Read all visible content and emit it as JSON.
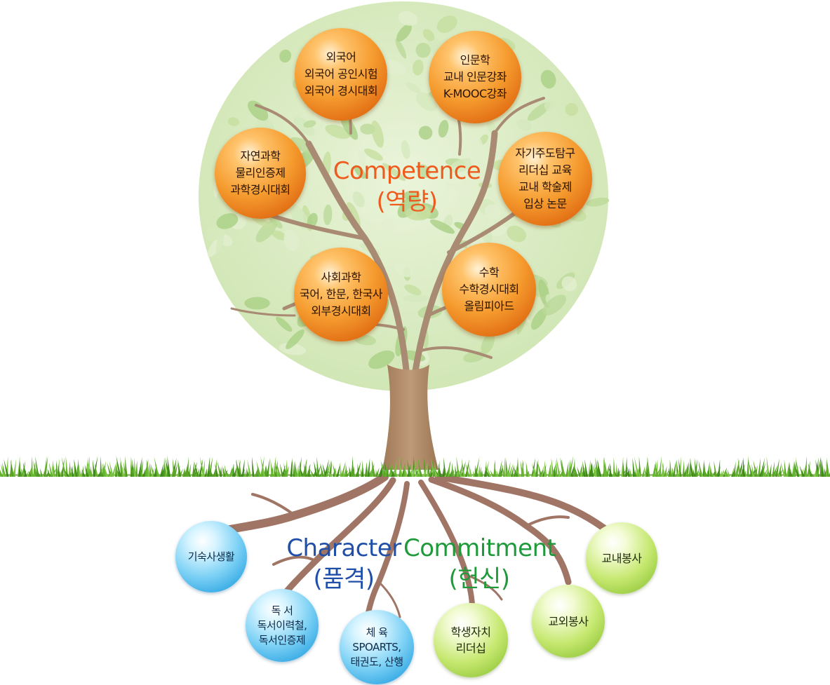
{
  "canopy_label": {
    "title": "Competence",
    "subtitle": "(역량)"
  },
  "canopy_nodes": [
    {
      "lines": [
        "외국어",
        "외국어 공인시험",
        "외국어 경시대회"
      ]
    },
    {
      "lines": [
        "인문학",
        "교내 인문강좌",
        "K-MOOC강좌"
      ]
    },
    {
      "lines": [
        "자연과학",
        "물리인증제",
        "과학경시대회"
      ]
    },
    {
      "lines": [
        "자기주도탐구",
        "리더십 교육",
        "교내 학술제",
        "입상 논문"
      ]
    },
    {
      "lines": [
        "사회과학",
        "국어, 한문, 한국사",
        "외부경시대회"
      ]
    },
    {
      "lines": [
        "수학",
        "수학경시대회",
        "올림피아드"
      ]
    }
  ],
  "character_label": {
    "title": "Character",
    "subtitle": "(품격)"
  },
  "commitment_label": {
    "title": "Commitment",
    "subtitle": "(헌신)"
  },
  "character_nodes": [
    {
      "lines": [
        "기숙사생활"
      ]
    },
    {
      "lines": [
        "독 서",
        "독서이력철,",
        "독서인증제"
      ]
    },
    {
      "lines": [
        "체 육",
        "SPOARTS,",
        "태권도, 산행"
      ]
    }
  ],
  "commitment_nodes": [
    {
      "lines": [
        "교내봉사"
      ]
    },
    {
      "lines": [
        "교외봉사"
      ]
    },
    {
      "lines": [
        "학생자치",
        "리더십"
      ]
    }
  ],
  "colors": {
    "competence": "#ef5a1d",
    "character": "#1f4fa8",
    "commitment": "#1f9a3a",
    "trunk": "#b08a68",
    "root": "#9a7060",
    "grass": "#5aa52a",
    "leaf": "#c5e0a4"
  }
}
